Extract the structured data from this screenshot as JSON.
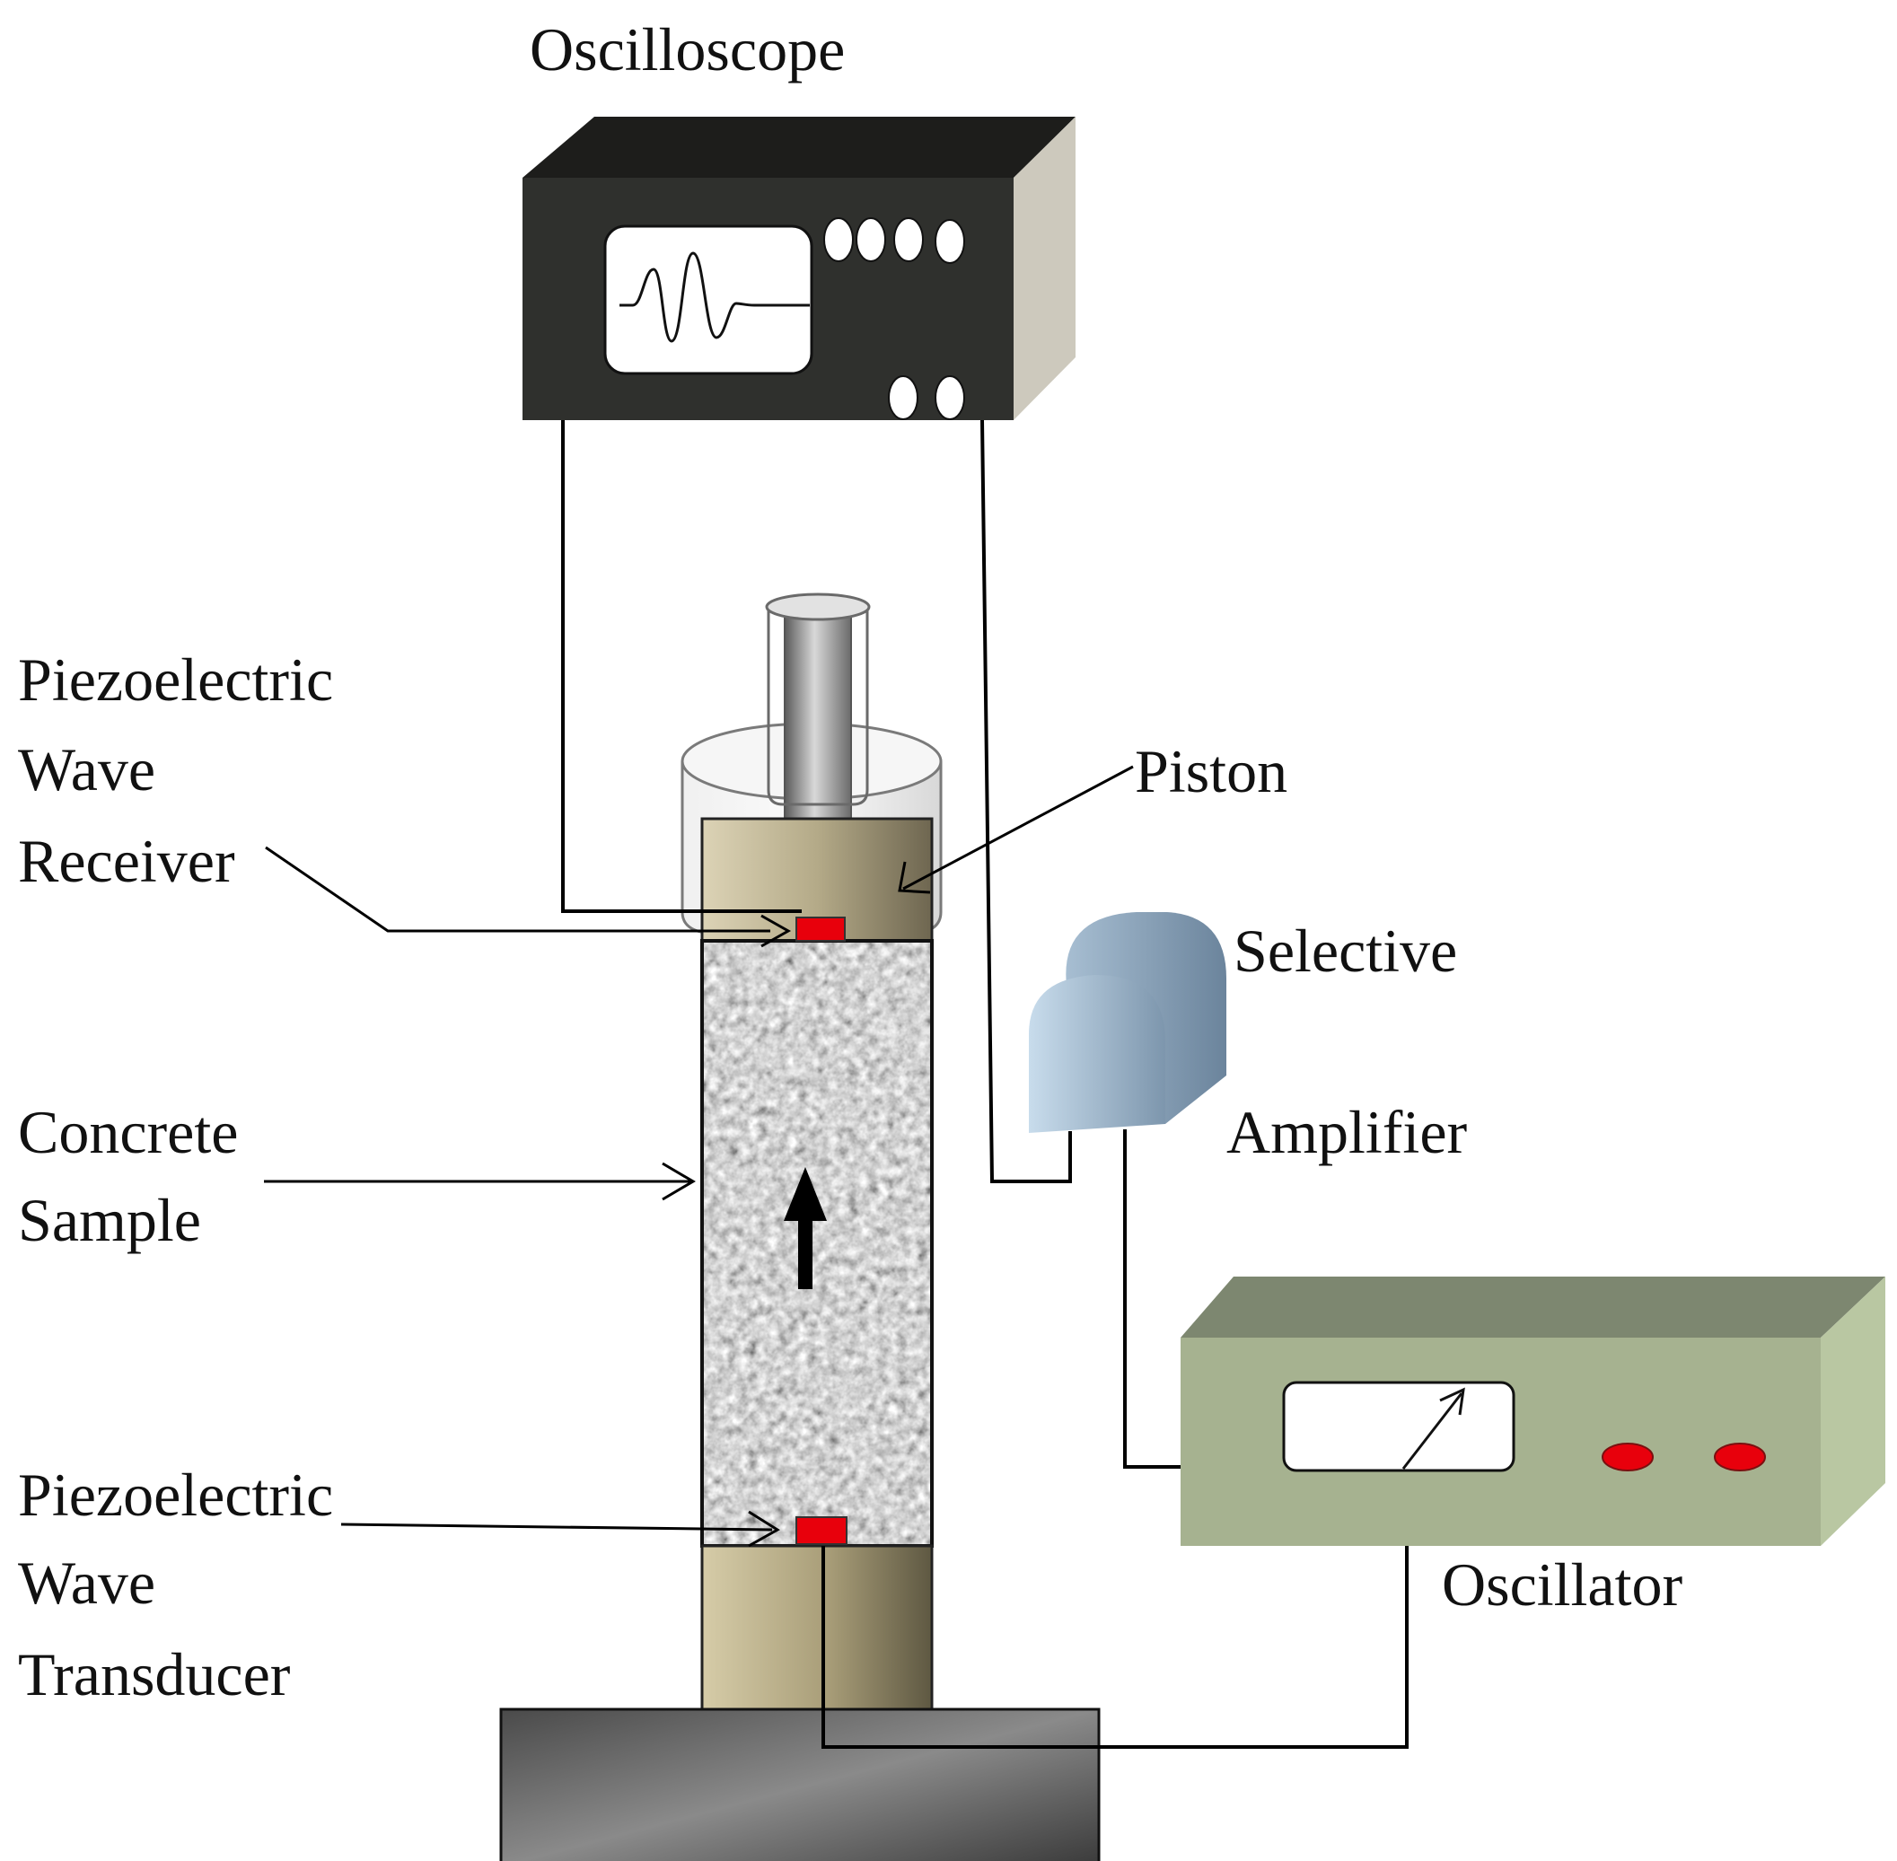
{
  "labels": {
    "oscilloscope": "Oscilloscope",
    "receiver": [
      "Piezoelectric",
      "Wave",
      "Receiver"
    ],
    "piston": "Piston",
    "amplifier": [
      "Selective",
      "Amplifier"
    ],
    "sample": [
      "Concrete",
      "Sample"
    ],
    "transducer": [
      "Piezoelectric",
      "Wave",
      "Transducer"
    ],
    "oscillator": "Oscillator"
  },
  "colors": {
    "oscilloscope_body": "#2f302d",
    "oscilloscope_side": "#cdc9bd",
    "oscillator_front": "#a6b290",
    "oscillator_top": "#7d8770",
    "oscillator_side": "#b9c7a2",
    "amplifier": "#9fb8cc",
    "piezo_red": "#e8000c",
    "piston_beige": "#c9bfa0",
    "base_gray": "#555555",
    "wire": "#000000"
  },
  "icons": [
    "waveform-icon",
    "meter-needle-icon",
    "upward-arrow-icon"
  ]
}
